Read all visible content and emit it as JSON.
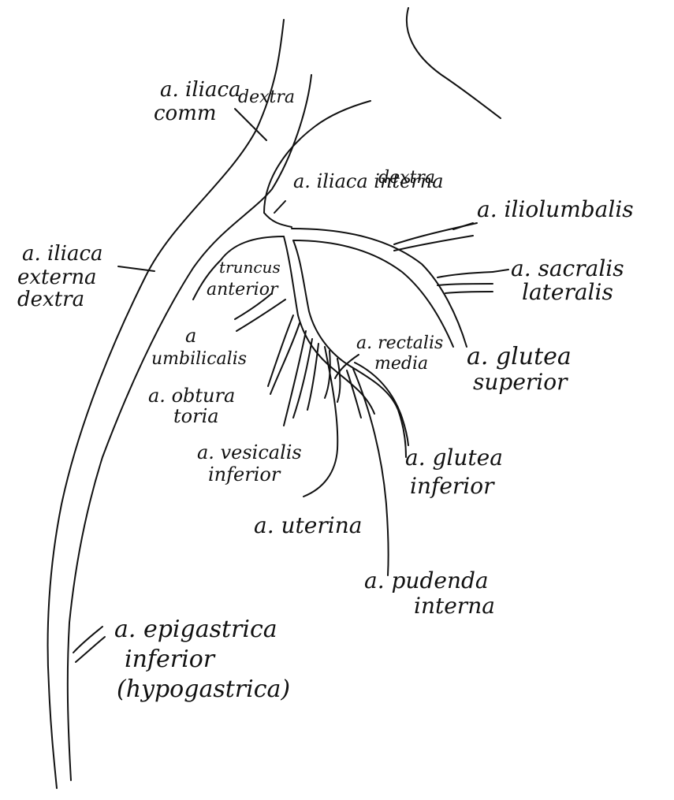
{
  "colors": {
    "ink": "#111111",
    "paper": "#ffffff"
  },
  "labels": {
    "iliaca_comm_1": "a. iliaca",
    "iliaca_comm_2": "comm",
    "iliaca_comm_3": "dextra",
    "iliaca_int_1": "a. iliaca interna",
    "iliaca_int_2": "dextra",
    "iliolumbalis": "a. iliolumbalis",
    "iliaca_ext_1": "a. iliaca",
    "iliaca_ext_2": "externa",
    "iliaca_ext_3": "dextra",
    "sacralis_1": "a. sacralis",
    "sacralis_2": "lateralis",
    "truncus_1": "truncus",
    "truncus_2": "anterior",
    "umbilicalis_1": "a",
    "umbilicalis_2": "umbilicalis",
    "rectalis_1": "a. rectalis",
    "rectalis_2": "media",
    "glutea_sup_1": "a. glutea",
    "glutea_sup_2": "superior",
    "obturatoria_1": "a. obtura",
    "obturatoria_2": "toria",
    "vesicalis_1": "a. vesicalis",
    "vesicalis_2": "inferior",
    "glutea_inf_1": "a. glutea",
    "glutea_inf_2": "inferior",
    "uterina": "a. uterina",
    "pudenda_1": "a. pudenda",
    "pudenda_2": "interna",
    "epigastrica_1": "a. epigastrica",
    "epigastrica_2": "inferior",
    "epigastrica_3": "(hypogastrica)"
  }
}
